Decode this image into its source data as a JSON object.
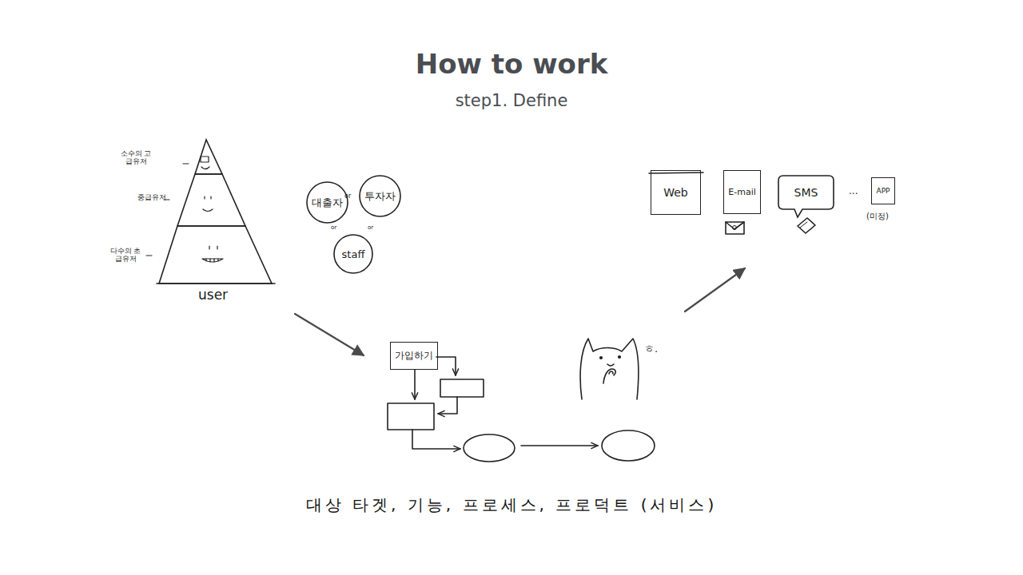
{
  "diagram": {
    "title": "How to work",
    "caption": "대상 타겟, 기능, 프로세스, 프로덕트 (서비스)",
    "nodes": [
      {
        "text": [
          "소수의 고급유저"
        ]
      },
      {
        "text": [
          "중급유저"
        ]
      },
      {
        "text": [
          "다수의 초급유저"
        ]
      },
      {
        "text": [
          "대출자"
        ]
      },
      {
        "text": [
          "투자자"
        ]
      },
      {
        "text": [
          "staff"
        ]
      },
      {
        "text": [
          "가입하기"
        ]
      },
      {
        "text": [
          "Web"
        ]
      },
      {
        "text": [
          "E-mail"
        ]
      },
      {
        "text": [
          "SMS"
        ]
      },
      {
        "text": [
          "APP"
        ]
      }
    ],
    "labels": [
      "step1. Define",
      "user",
      "or",
      "or",
      "or",
      "ㅎ.",
      "...",
      "(미정)"
    ]
  }
}
